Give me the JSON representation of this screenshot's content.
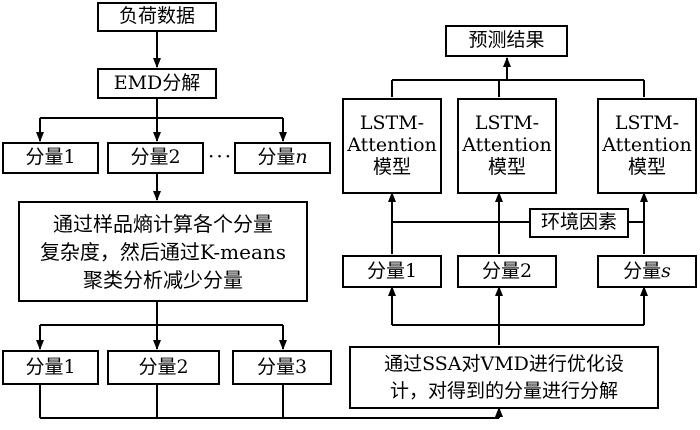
{
  "left": {
    "load_data": "负荷数据",
    "emd": "EMD分解",
    "components_top": [
      {
        "prefix": "分量",
        "suffix": "1",
        "italic": false
      },
      {
        "prefix": "分量",
        "suffix": "2",
        "italic": false
      },
      {
        "prefix": "分量",
        "suffix": "n",
        "italic": true
      }
    ],
    "ellipsis": "···",
    "entropy_lines": [
      "通过样品熵计算各个分量",
      "复杂度，然后通过K-means",
      "聚类分析减少分量"
    ],
    "components_bottom": [
      "分量1",
      "分量2",
      "分量3"
    ]
  },
  "right": {
    "result": "预测结果",
    "models": [
      [
        "LSTM-",
        "Attention",
        "模型"
      ],
      [
        "LSTM-",
        "Attention",
        "模型"
      ],
      [
        "LSTM-",
        "Attention",
        "模型"
      ]
    ],
    "env": "环境因素",
    "components": [
      {
        "prefix": "分量",
        "suffix": "1",
        "italic": false
      },
      {
        "prefix": "分量",
        "suffix": "2",
        "italic": false
      },
      {
        "prefix": "分量",
        "suffix": "s",
        "italic": true
      }
    ],
    "ssa_lines": [
      "通过SSA对VMD进行优化设",
      "计，对得到的分量进行分解"
    ]
  }
}
